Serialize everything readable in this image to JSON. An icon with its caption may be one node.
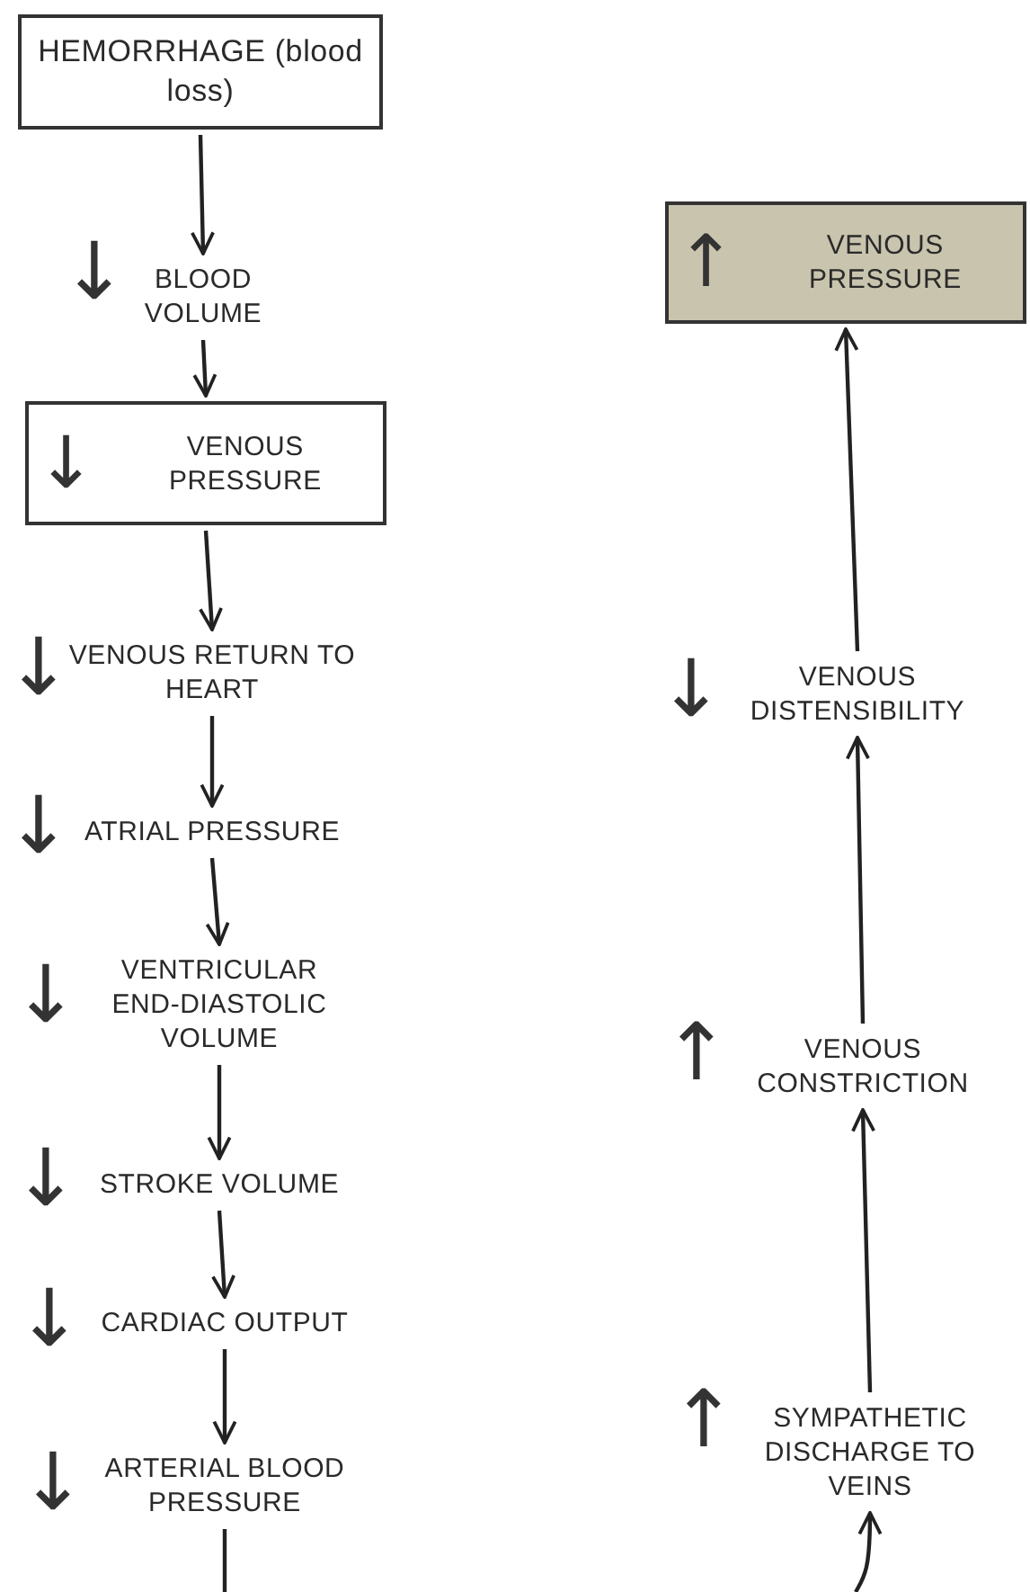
{
  "diagram": {
    "nodes": [
      {
        "text": [
          "HEMORRHAGE (blood loss)"
        ]
      },
      {
        "text": [
          "BLOOD VOLUME"
        ],
        "beside": [
          "↓"
        ]
      },
      {
        "text": [
          "↓",
          "VENOUS PRESSURE"
        ]
      },
      {
        "text": [
          "VENOUS RETURN TO HEART"
        ],
        "beside": [
          "↓"
        ]
      },
      {
        "text": [
          "ATRIAL PRESSURE"
        ],
        "beside": [
          "↓"
        ]
      },
      {
        "text": [
          "VENTRICULAR END-DIASTOLIC VOLUME"
        ],
        "beside": [
          "↓"
        ]
      },
      {
        "text": [
          "STROKE VOLUME"
        ],
        "beside": [
          "↓"
        ]
      },
      {
        "text": [
          "CARDIAC OUTPUT"
        ],
        "beside": [
          "↓"
        ]
      },
      {
        "text": [
          "ARTERIAL BLOOD PRESSURE"
        ],
        "beside": [
          "↓"
        ]
      },
      {
        "text": [
          "↑",
          "VENOUS PRESSURE"
        ]
      },
      {
        "text": [
          "VENOUS DISTENSIBILITY"
        ],
        "beside": [
          "↓"
        ]
      },
      {
        "text": [
          "VENOUS CONSTRICTION"
        ],
        "beside": [
          "↑"
        ]
      },
      {
        "text": [
          "SYMPATHETIC DISCHARGE TO VEINS"
        ],
        "beside": [
          "↑"
        ]
      }
    ],
    "edges": [
      {
        "from": 0,
        "to": 1,
        "arrow": "to"
      },
      {
        "from": 1,
        "to": 2,
        "arrow": "to"
      },
      {
        "from": 2,
        "to": 3,
        "arrow": "to"
      },
      {
        "from": 3,
        "to": 4,
        "arrow": "to"
      },
      {
        "from": 4,
        "to": 5,
        "arrow": "to"
      },
      {
        "from": 5,
        "to": 6,
        "arrow": "to"
      },
      {
        "from": 6,
        "to": 7,
        "arrow": "to"
      },
      {
        "from": 7,
        "to": 8,
        "arrow": "to"
      },
      {
        "from": 8,
        "to": null,
        "arrow": "none"
      },
      {
        "from": null,
        "to": 12,
        "arrow": "to"
      },
      {
        "from": 12,
        "to": 11,
        "arrow": "to"
      },
      {
        "from": 11,
        "to": 10,
        "arrow": "to"
      },
      {
        "from": 10,
        "to": 9,
        "arrow": "to"
      }
    ]
  }
}
